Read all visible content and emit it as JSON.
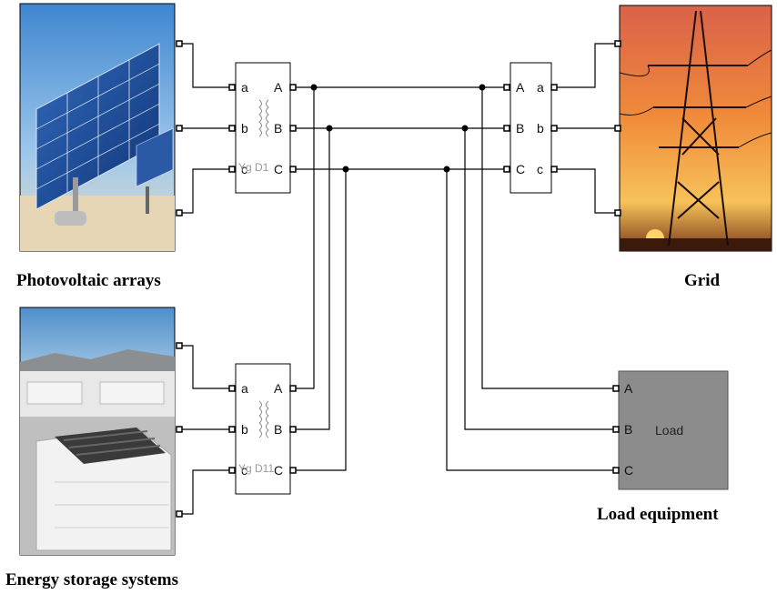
{
  "captions": {
    "pv": "Photovoltaic arrays",
    "grid": "Grid",
    "ess": "Energy storage systems",
    "load": "Load equipment"
  },
  "transformer_pv": {
    "left_ports": [
      "a",
      "b",
      "c"
    ],
    "right_ports": [
      "A",
      "B",
      "C"
    ],
    "mark": "Yg D1"
  },
  "transformer_ess": {
    "left_ports": [
      "a",
      "b",
      "c"
    ],
    "right_ports": [
      "A",
      "B",
      "C"
    ],
    "mark": "Yg D11"
  },
  "grid_interface": {
    "left_ports": [
      "A",
      "B",
      "C"
    ],
    "right_ports": [
      "a",
      "b",
      "c"
    ]
  },
  "load_block": {
    "ports": [
      "A",
      "B",
      "C"
    ],
    "label": "Load"
  },
  "colors": {
    "load_fill": "#8c8c8c",
    "wire": "#000000",
    "sky_blue": "#4f93d2",
    "sunset_orange": "#e8762a"
  }
}
